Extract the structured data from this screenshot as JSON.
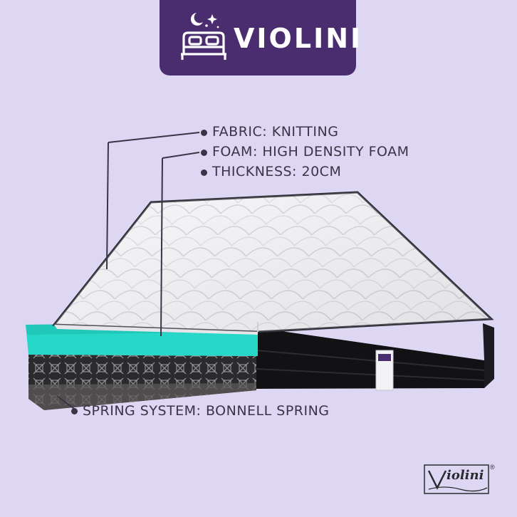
{
  "brand": {
    "name": "VIOLINI",
    "logo_text": "iolini",
    "logo_mark": "®"
  },
  "specs": {
    "fabric": "FABRIC: KNITTING",
    "foam": "FOAM: HIGH DENSITY FOAM",
    "thickness": "THICKNESS: 20CM",
    "spring": "SPRING SYSTEM: BONNELL SPRING"
  },
  "colors": {
    "background": "#ddd7f3",
    "badge": "#4a2d6f",
    "foam": "#27d8c8",
    "cover": "#f4f4f6",
    "text": "#3d3346"
  },
  "icons": [
    "moon-icon",
    "stars-icon",
    "bed-icon"
  ]
}
